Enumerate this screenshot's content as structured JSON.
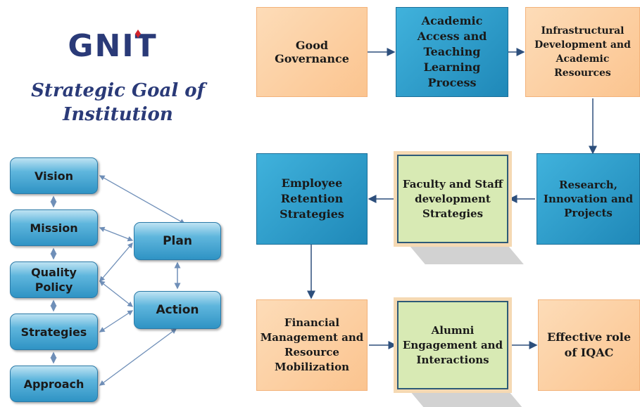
{
  "logo": {
    "text": "GNIT",
    "color": "#2a3a78",
    "accent": "#d2232a"
  },
  "title": "Strategic Goal of Institution",
  "left_nodes": {
    "vision": "Vision",
    "mission": "Mission",
    "quality_policy": "Quality Policy",
    "strategies": "Strategies",
    "approach": "Approach",
    "plan": "Plan",
    "action": "Action"
  },
  "flow": {
    "good_governance": "Good Governance",
    "academic_access": "Academic Access and Teaching Learning Process",
    "infrastructural": "Infrastructural Development and Academic Resources",
    "research": "Research, Innovation and Projects",
    "faculty": "Faculty and Staff development Strategies",
    "employee": "Employee Retention Strategies",
    "financial": "Financial Management and Resource Mobilization",
    "alumni": "Alumni Engagement and Interactions",
    "iqac": "Effective role of IQAC"
  },
  "colors": {
    "peach": "#fbc48f",
    "blue": "#2a9ccc",
    "green": "#d8eab4",
    "arrow": "#2d4f7c"
  }
}
